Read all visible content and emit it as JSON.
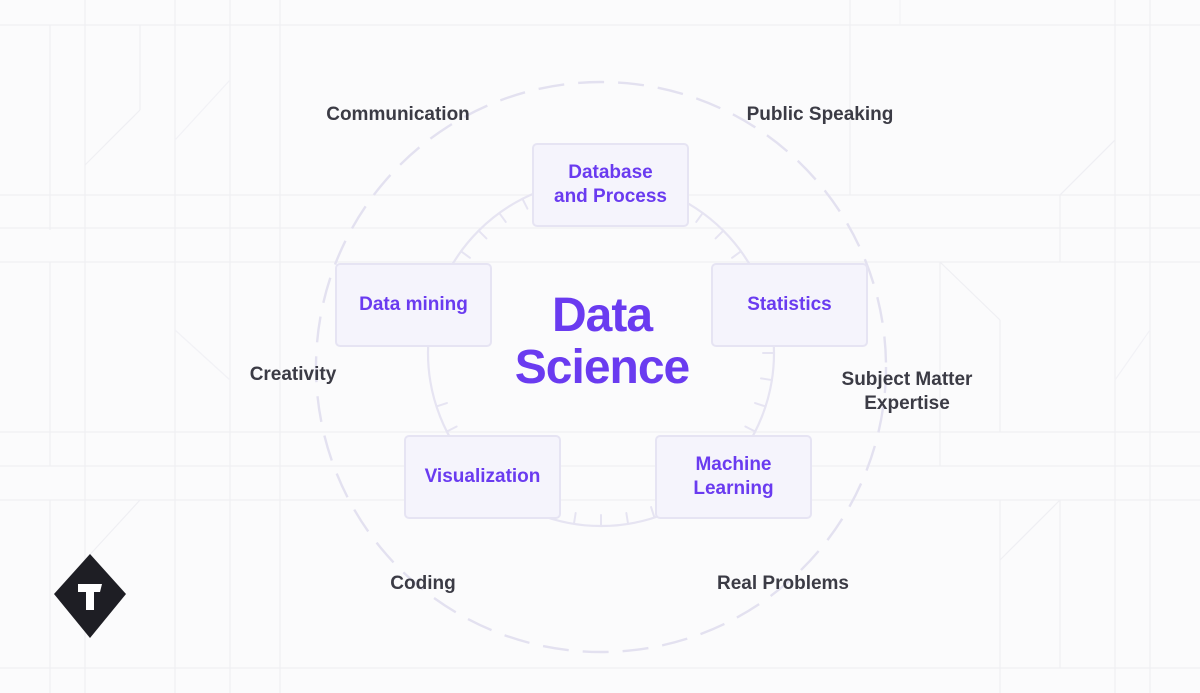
{
  "center": {
    "line1": "Data",
    "line2": "Science"
  },
  "inner_skills": [
    {
      "line1": "Database",
      "line2": "and Process"
    },
    {
      "line1": "Statistics",
      "line2": ""
    },
    {
      "line1": "Machine",
      "line2": "Learning"
    },
    {
      "line1": "Visualization",
      "line2": ""
    },
    {
      "line1": "Data mining",
      "line2": ""
    }
  ],
  "outer_skills": [
    {
      "line1": "Communication",
      "line2": ""
    },
    {
      "line1": "Public Speaking",
      "line2": ""
    },
    {
      "line1": "Subject Matter",
      "line2": "Expertise"
    },
    {
      "line1": "Real Problems",
      "line2": ""
    },
    {
      "line1": "Coding",
      "line2": ""
    },
    {
      "line1": "Creativity",
      "line2": ""
    }
  ],
  "colors": {
    "accent": "#6a3bf0",
    "box_fill": "#f5f4fc",
    "box_border": "#e6e4f3",
    "outer_text": "#3b3b45",
    "ring": "#e3e1f0",
    "logo": "#1e1e24"
  },
  "icons": {
    "logo": "t-diamond-logo-icon"
  }
}
